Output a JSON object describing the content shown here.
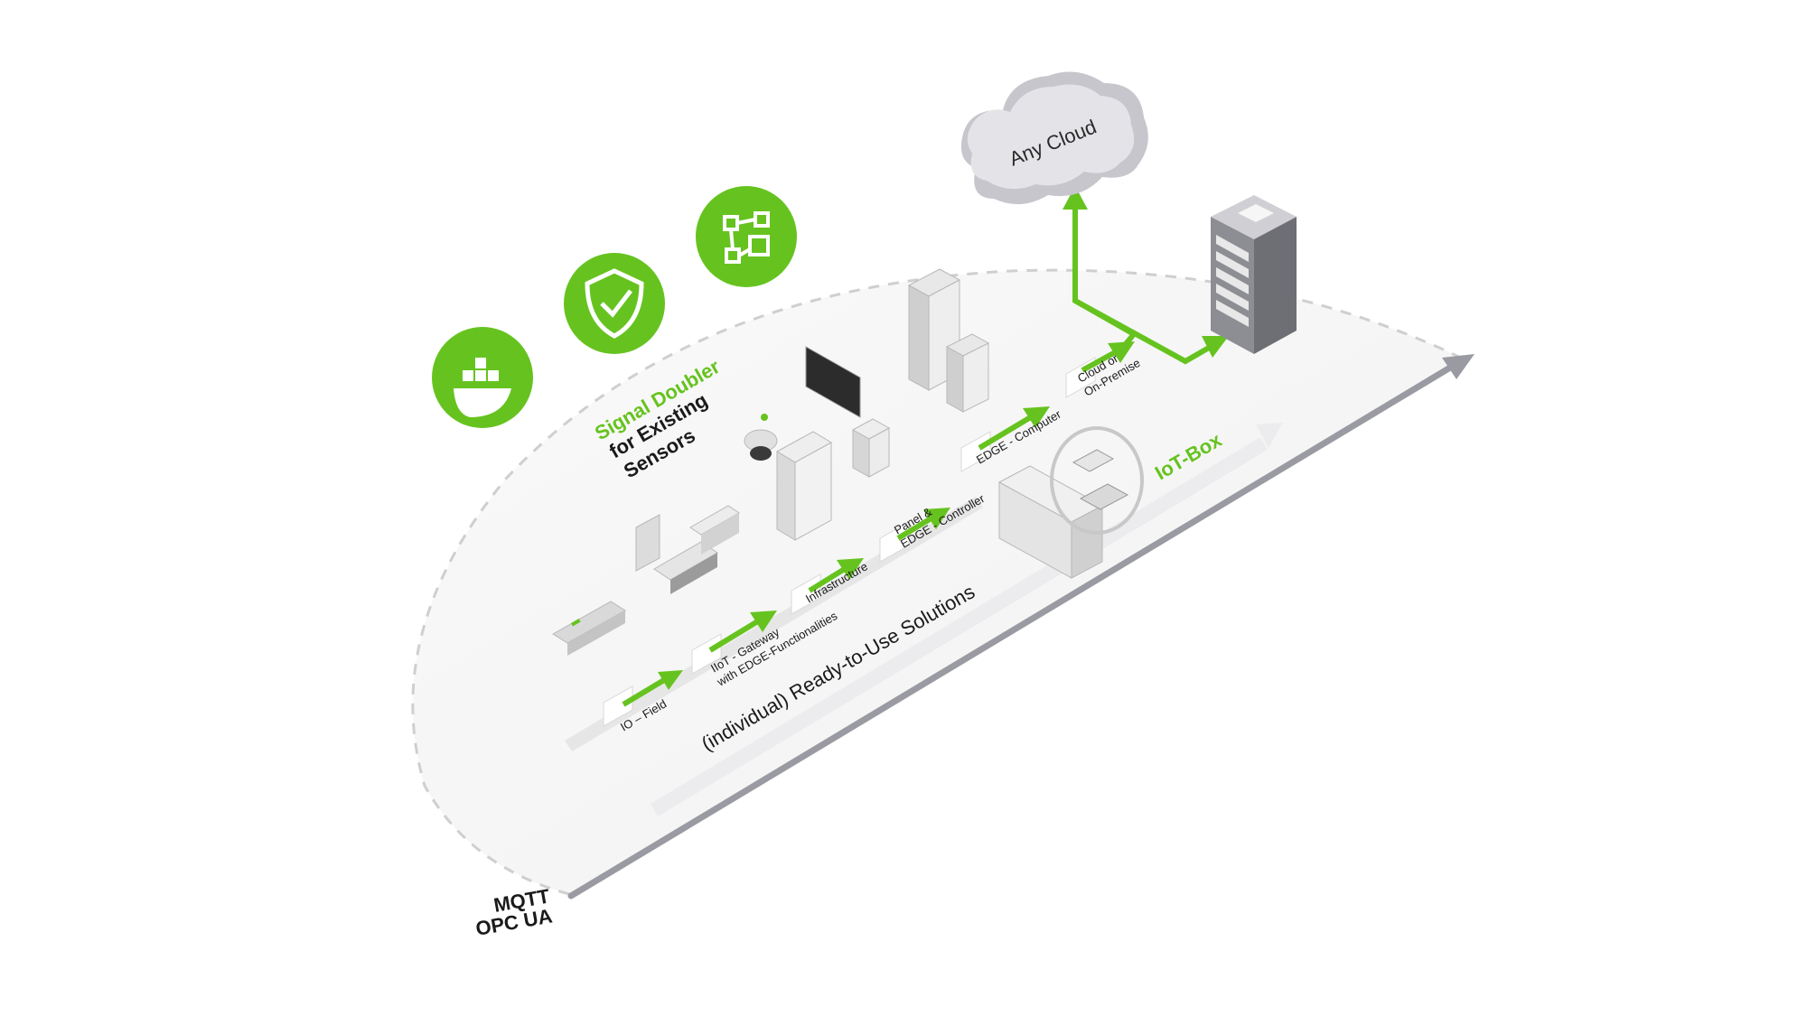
{
  "cloud": {
    "label": "Any Cloud"
  },
  "signal_doubler": {
    "line1": "Signal Doubler",
    "line2": "for Existing",
    "line3": "Sensors"
  },
  "steps": [
    {
      "label": "IO – Field"
    },
    {
      "label_line1": "IIoT - Gateway",
      "label_line2": "with EDGE-Functionalities"
    },
    {
      "label": "Infrastructure"
    },
    {
      "label_line1": "Panel &",
      "label_line2": "EDGE - Controller"
    },
    {
      "label": "EDGE - Computer"
    },
    {
      "label_line1": "Cloud or",
      "label_line2": "On-Premise"
    }
  ],
  "iot_box": {
    "label": "IoT-Box"
  },
  "solutions": {
    "label": "(individual) Ready-to-Use Solutions"
  },
  "protocols": {
    "line1": "MQTT",
    "line2": "OPC UA"
  },
  "badges": [
    {
      "icon": "docker-whale-icon"
    },
    {
      "icon": "shield-check-icon"
    },
    {
      "icon": "network-nodes-icon"
    }
  ],
  "colors": {
    "accent_green": "#66c31f",
    "text_dark": "#1a1a1a",
    "arrow_gray": "#9a9aa2",
    "floor": "#f5f5f5",
    "dash": "#cfcfcf"
  }
}
